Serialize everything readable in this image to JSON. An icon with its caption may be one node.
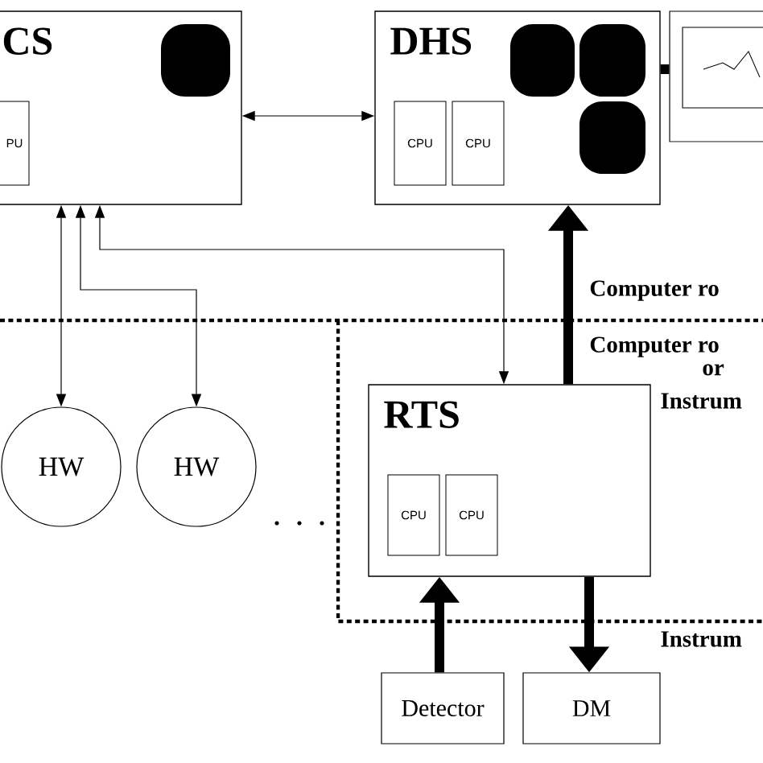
{
  "diagram": {
    "nodes": [
      {
        "text": [
          "CS"
        ]
      },
      {
        "text": [
          "PU"
        ],
        "in": 0
      },
      {
        "text": [
          "DHS"
        ]
      },
      {
        "text": [
          "CPU"
        ],
        "in": 2
      },
      {
        "text": [
          "CPU"
        ],
        "in": 2
      },
      {
        "text": [],
        "shape": "box"
      },
      {
        "text": [
          "HW"
        ]
      },
      {
        "text": [
          "HW"
        ]
      },
      {
        "text": [
          "RTS"
        ]
      },
      {
        "text": [
          "CPU"
        ],
        "in": 8
      },
      {
        "text": [
          "CPU"
        ],
        "in": 8
      },
      {
        "text": [
          "Detector"
        ]
      },
      {
        "text": [
          "DM"
        ]
      }
    ],
    "edges": [
      {
        "from": 0,
        "to": 2,
        "arrow": "both"
      },
      {
        "from": 0,
        "to": 6,
        "arrow": "both"
      },
      {
        "from": 0,
        "to": 7,
        "arrow": "both"
      },
      {
        "from": 0,
        "to": 8,
        "arrow": "both"
      },
      {
        "from": 8,
        "to": 2,
        "arrow": "to",
        "style": "thick"
      },
      {
        "from": 11,
        "to": 8,
        "arrow": "to",
        "style": "thick"
      },
      {
        "from": 8,
        "to": 12,
        "arrow": "to",
        "style": "thick"
      },
      {
        "from": 2,
        "to": 5,
        "arrow": "none",
        "style": "thick"
      }
    ],
    "labels": [
      "Computer ro",
      "Computer ro",
      "or",
      "Instrum",
      "Instrum"
    ]
  }
}
